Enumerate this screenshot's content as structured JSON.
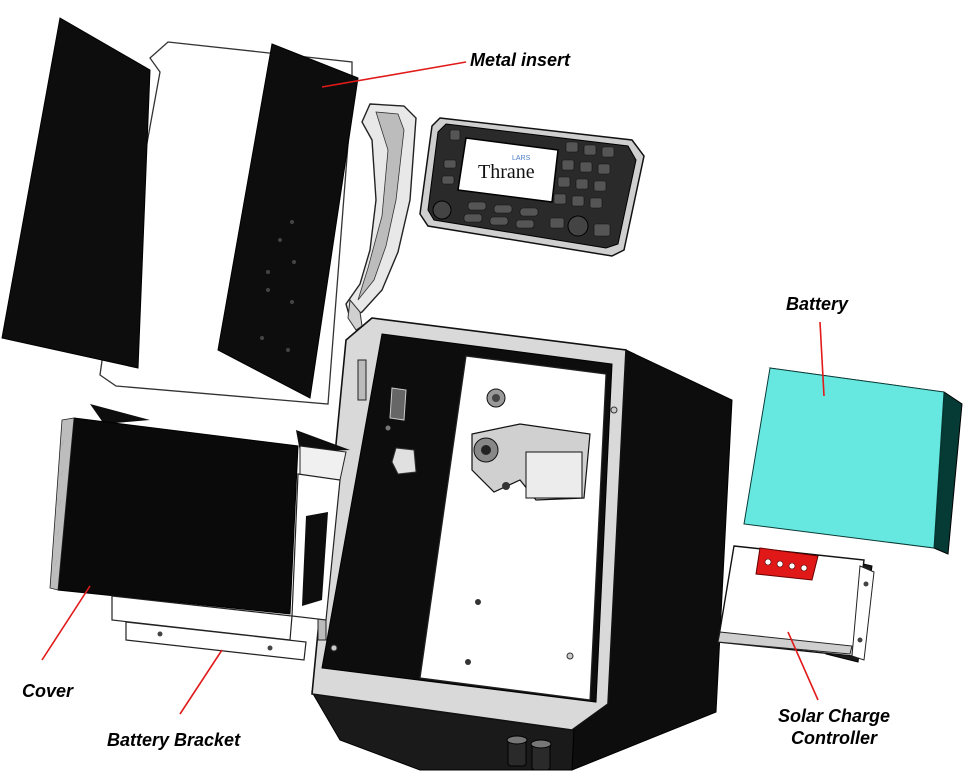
{
  "labels": {
    "metal_insert": "Metal insert",
    "battery": "Battery",
    "cover": "Cover",
    "battery_bracket": "Battery Bracket",
    "solar_line1": "Solar Charge",
    "solar_line2": "Controller"
  },
  "device_brand": {
    "small": "LARS",
    "main": "Thrane"
  },
  "colors": {
    "leader_line": "#e11a1a",
    "battery_face": "#66e8e0",
    "battery_side": "#063a35",
    "terminal_block": "#e01818",
    "panel_dark": "#0d0d0d",
    "outline": "#222222"
  }
}
